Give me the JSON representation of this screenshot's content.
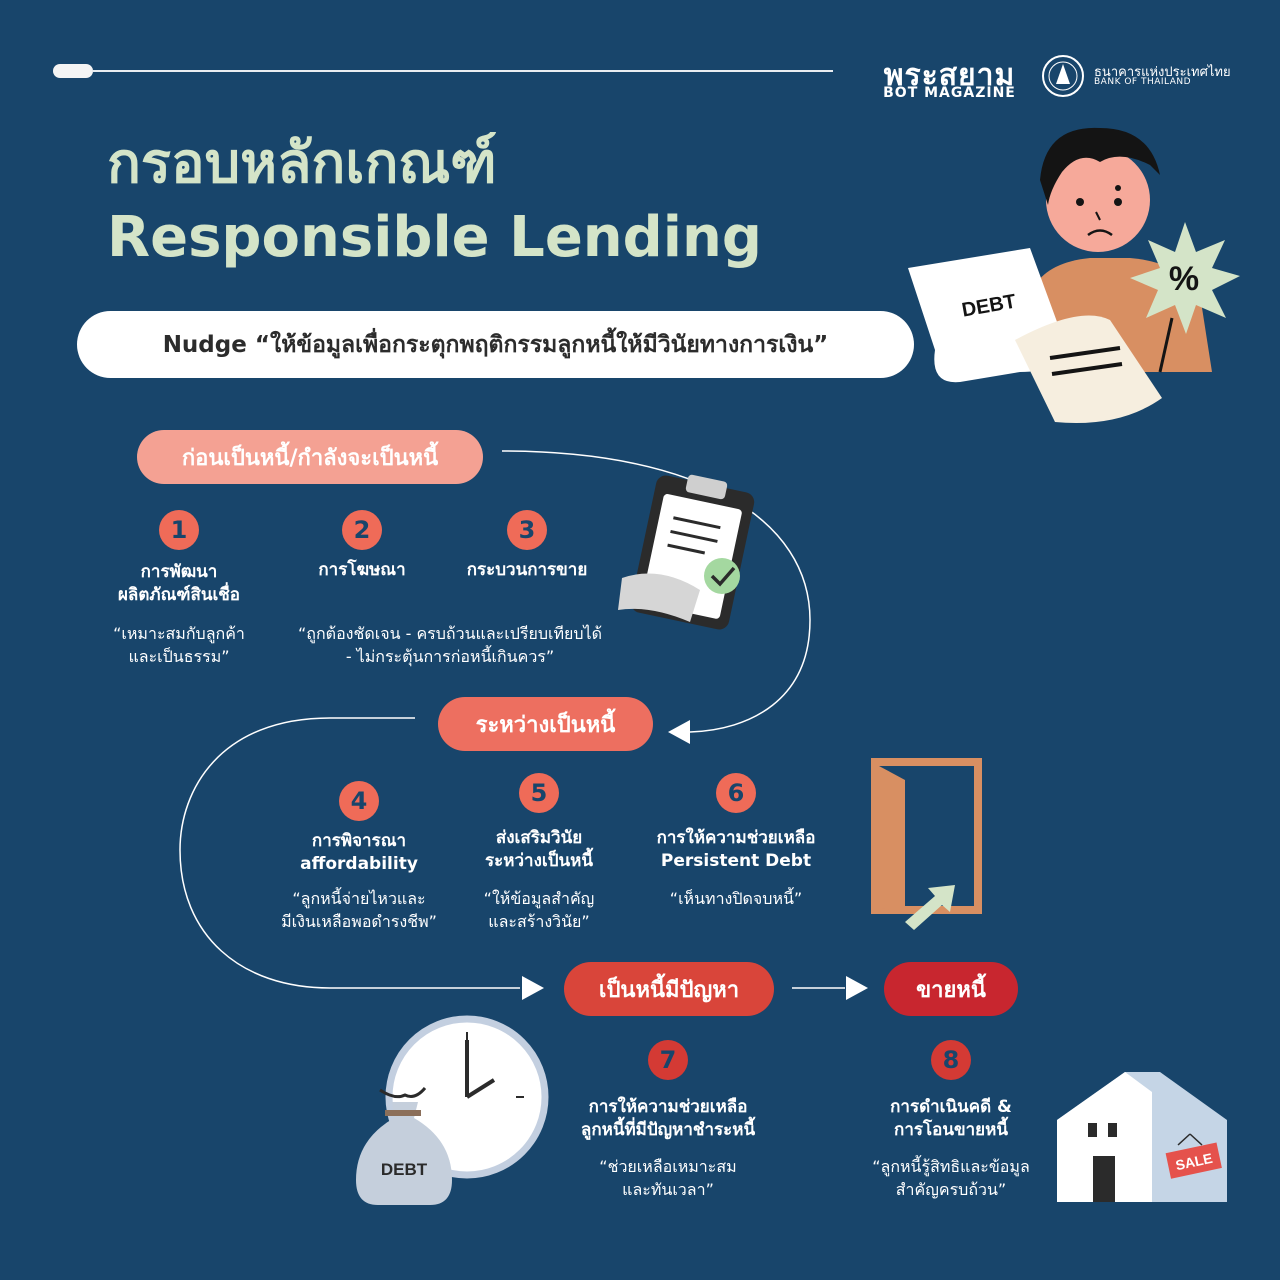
{
  "header": {
    "brand_th": "พระสยาม",
    "brand_en": "BOT MAGAZINE",
    "bot_name_th": "ธนาคารแห่งประเทศไทย",
    "bot_name_en": "BANK OF THAILAND"
  },
  "title": {
    "line1": "กรอบหลักเกณฑ์",
    "line2": "Responsible Lending"
  },
  "subtitle": "Nudge “ให้ข้อมูลเพื่อกระตุกพฤติกรรมลูกหนี้ให้มีวินัยทางการเงิน”",
  "phases": {
    "before": "ก่อนเป็นหนี้/กำลังจะเป็นหนี้",
    "during": "ระหว่างเป็นหนี้",
    "problem": "เป็นหนี้มีปัญหา",
    "sale": "ขายหนี้"
  },
  "steps": [
    {
      "num": "1",
      "title_line1": "การพัฒนา",
      "title_line2": "ผลิตภัณฑ์สินเชื่อ",
      "desc_line1": "“เหมาะสมกับลูกค้า",
      "desc_line2": "และเป็นธรรม”"
    },
    {
      "num": "2",
      "title_line1": "การโฆษณา",
      "title_line2": ""
    },
    {
      "num": "3",
      "title_line1": "กระบวนการขาย",
      "title_line2": ""
    },
    {
      "num": "4",
      "title_line1": "การพิจารณา",
      "title_line2": "affordability",
      "desc_line1": "“ลูกหนี้จ่ายไหวและ",
      "desc_line2": "มีเงินเหลือพอดำรงชีพ”"
    },
    {
      "num": "5",
      "title_line1": "ส่งเสริมวินัย",
      "title_line2": "ระหว่างเป็นหนี้",
      "desc_line1": "“ให้ข้อมูลสำคัญ",
      "desc_line2": "และสร้างวินัย”"
    },
    {
      "num": "6",
      "title_line1": "การให้ความช่วยเหลือ",
      "title_line2": "Persistent Debt",
      "desc_line1": "“เห็นทางปิดจบหนี้”"
    },
    {
      "num": "7",
      "title_line1": "การให้ความช่วยเหลือ",
      "title_line2": "ลูกหนี้ที่มีปัญหาชำระหนี้",
      "desc_line1": "“ช่วยเหลือเหมาะสม",
      "desc_line2": "และทันเวลา”"
    },
    {
      "num": "8",
      "title_line1": "การดำเนินคดี &",
      "title_line2": "การโอนขายหนี้",
      "desc_line1": "“ลูกหนี้รู้สิทธิและข้อมูล",
      "desc_line2": "สำคัญครบถ้วน”"
    }
  ],
  "steps23_desc": {
    "line1": "“ถูกต้องชัดเจน - ครบถ้วนและเปรียบเทียบได้",
    "line2": "-  ไม่กระตุ้นการก่อหนี้เกินควร”"
  },
  "illustrations": {
    "debt_paper_label": "DEBT",
    "percent_label": "%",
    "debt_bag_label": "DEBT",
    "sale_sign_label": "SALE"
  },
  "colors": {
    "background": "#18456b",
    "title": "#d4e4c8",
    "phase_before": "#f4a193",
    "phase_during": "#ed6f60",
    "phase_problem": "#d9453a",
    "phase_sale": "#c8262f",
    "number_badge": "#ef6b58"
  },
  "icons": [
    "worried-person-icon",
    "debt-paper-icon",
    "percent-burst-icon",
    "clipboard-check-icon",
    "open-door-icon",
    "clock-icon",
    "debt-bag-icon",
    "house-for-sale-icon",
    "bot-seal-icon"
  ]
}
